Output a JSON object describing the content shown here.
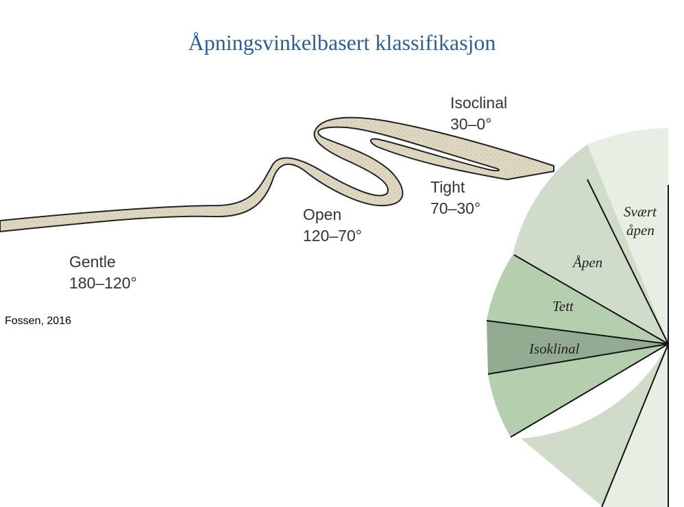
{
  "title": "Åpningsvinkelbasert klassifikasjon",
  "folds": [
    {
      "name": "Gentle",
      "range": "180–120°"
    },
    {
      "name": "Open",
      "range": "120–70°"
    },
    {
      "name": "Tight",
      "range": "70–30°"
    },
    {
      "name": "Isoclinal",
      "range": "30–0°"
    }
  ],
  "credit": "Fossen, 2016",
  "sectors": [
    {
      "label": "Svært",
      "label2": "åpen",
      "color": "#e6efe1"
    },
    {
      "label": "Åpen",
      "label2": "",
      "color": "#cfdcc9"
    },
    {
      "label": "Tett",
      "label2": "",
      "color": "#b5ceae"
    },
    {
      "label": "Isoklinal",
      "label2": "",
      "color": "#93ab91"
    }
  ],
  "colors": {
    "title": "#2f5f8e",
    "fold_layer": "#ddd6c0",
    "outline": "#222222"
  }
}
